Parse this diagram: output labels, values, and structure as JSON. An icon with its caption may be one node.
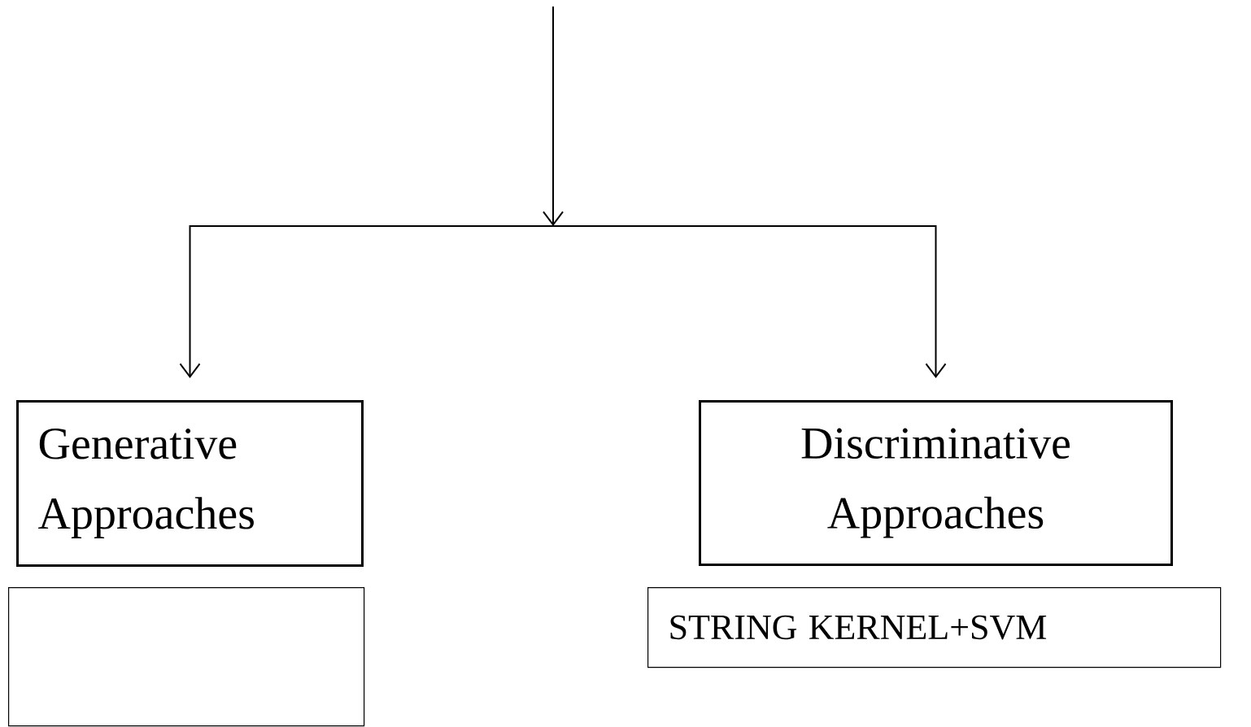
{
  "diagram": {
    "nodes": [
      {
        "text": [
          "Generative Approaches"
        ]
      },
      {
        "text": [
          "Discriminative Approaches"
        ]
      },
      {
        "text": [],
        "shape": "box"
      },
      {
        "text": [
          "STRING KERNEL+SVM"
        ]
      }
    ],
    "edges": [
      {
        "from": null,
        "to": 0,
        "arrow": "to"
      },
      {
        "from": null,
        "to": 1,
        "arrow": "to"
      }
    ]
  }
}
